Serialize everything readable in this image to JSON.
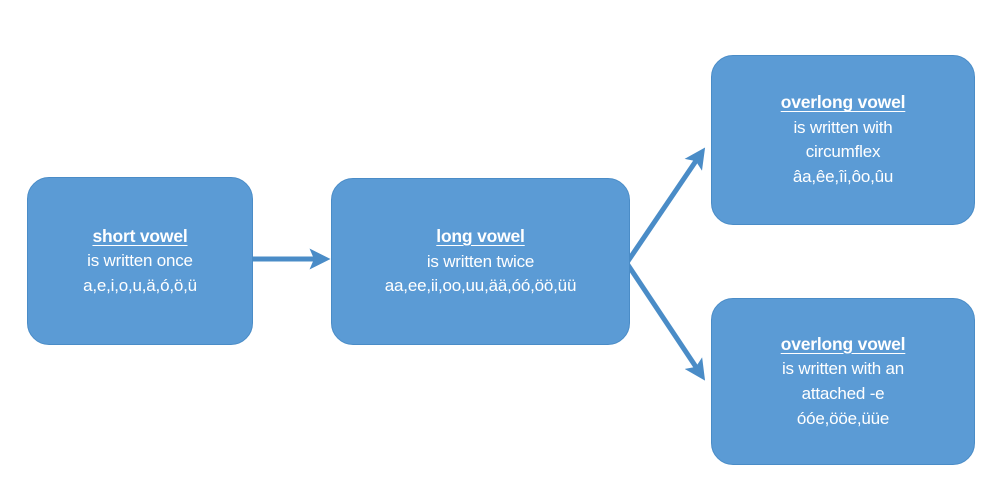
{
  "diagram": {
    "type": "flowchart",
    "background_color": "#FFFFFF",
    "node_fill_color": "#5B9BD5",
    "node_text_color": "#FFFFFF",
    "arrow_color": "#4A8CC7",
    "nodes": [
      {
        "id": "short-vowel",
        "title": "short vowel",
        "line1": "is written once",
        "line2": "a,e,i,o,u,ä,ó,ö,ü"
      },
      {
        "id": "long-vowel",
        "title": "long vowel",
        "line1": "is written twice",
        "line2": "aa,ee,ii,oo,uu,ää,óó,öö,üü"
      },
      {
        "id": "overlong-circumflex",
        "title": "overlong vowel",
        "line1": "is written with",
        "line2": "circumflex",
        "line3": "âa,êe,îi,ôo,ûu"
      },
      {
        "id": "overlong-attached-e",
        "title": "overlong vowel",
        "line1": "is written with an",
        "line2": "attached -e",
        "line3": "óóe,ööe,üüe"
      }
    ],
    "arrows": [
      {
        "id": "short-to-long",
        "from": "short-vowel",
        "to": "long-vowel",
        "direction": "right"
      },
      {
        "id": "long-to-circumflex",
        "from": "long-vowel",
        "to": "overlong-circumflex",
        "direction": "up-right"
      },
      {
        "id": "long-to-attached-e",
        "from": "long-vowel",
        "to": "overlong-attached-e",
        "direction": "down-right"
      }
    ]
  }
}
